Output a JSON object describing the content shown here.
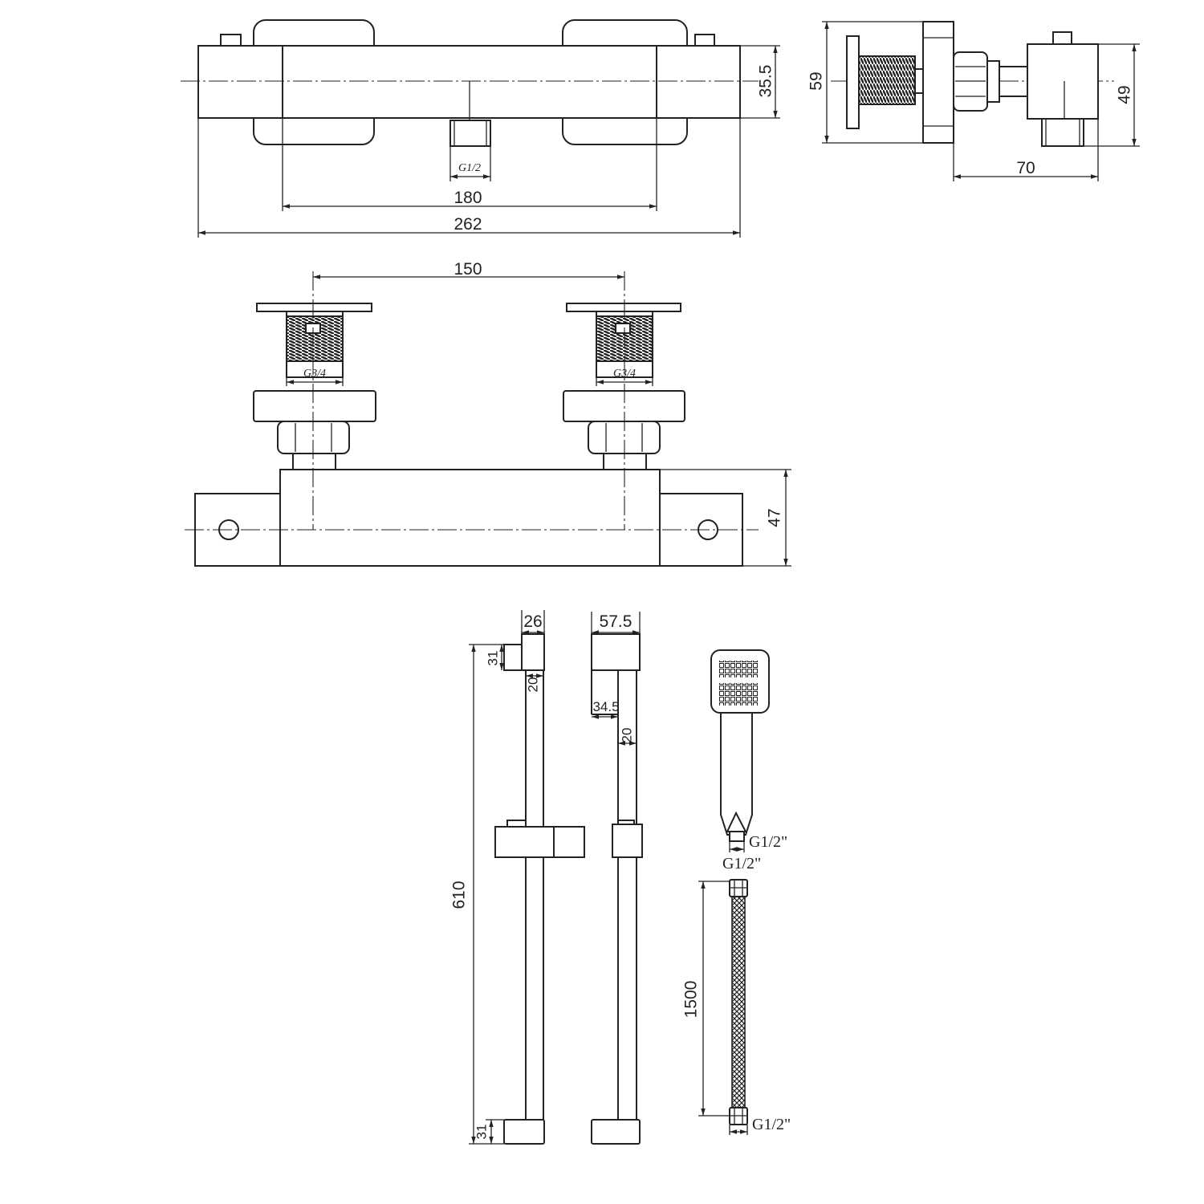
{
  "colors": {
    "line": "#222222",
    "background": "#ffffff"
  },
  "front_view": {
    "outlet_thread": "G1/2",
    "dim_inner": "180",
    "dim_total": "262",
    "dim_height": "35.5"
  },
  "side_view": {
    "dim_depth": "59",
    "dim_outlet_height": "49",
    "dim_projection": "70"
  },
  "plan_view": {
    "dim_inlet_spacing": "150",
    "inlet_thread_left": "G3/4",
    "inlet_thread_right": "G3/4",
    "dim_height": "47"
  },
  "slide_rail_front": {
    "dim_bracket_width": "26",
    "dim_bracket_top": "31",
    "dim_rail_width": "20",
    "dim_length": "610",
    "dim_bracket_bottom": "31"
  },
  "slide_rail_side": {
    "dim_projection": "57.5",
    "dim_arm": "34.5",
    "dim_rail_width": "20"
  },
  "hand_shower": {
    "thread_label": "G1/2\""
  },
  "hose": {
    "thread_top": "G1/2\"",
    "thread_bottom": "G1/2\"",
    "dim_length": "1500"
  }
}
